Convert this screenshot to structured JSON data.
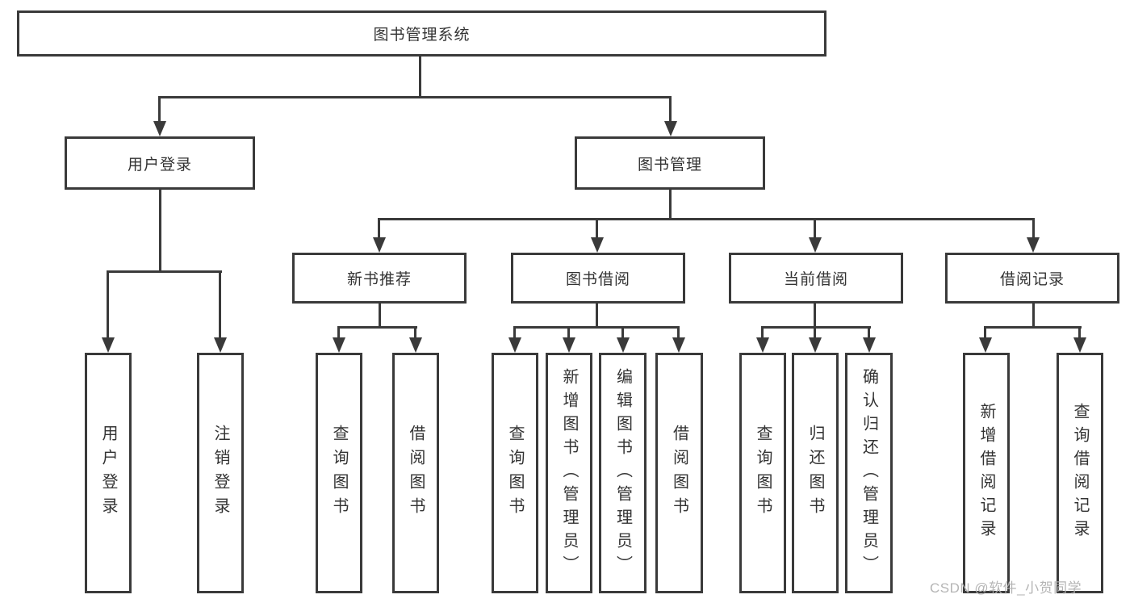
{
  "diagram_title": "图书管理系统",
  "tree": {
    "root": {
      "label": "图书管理系统"
    },
    "branches": [
      {
        "label": "用户登录",
        "leaves": [
          {
            "label": "用户登录"
          },
          {
            "label": "注销登录"
          }
        ]
      },
      {
        "label": "图书管理",
        "groups": [
          {
            "label": "新书推荐",
            "leaves": [
              {
                "label": "查询图书"
              },
              {
                "label": "借阅图书"
              }
            ]
          },
          {
            "label": "图书借阅",
            "leaves": [
              {
                "label": "查询图书"
              },
              {
                "label": "新增图书（管理员）"
              },
              {
                "label": "编辑图书（管理员）"
              },
              {
                "label": "借阅图书"
              }
            ]
          },
          {
            "label": "当前借阅",
            "leaves": [
              {
                "label": "查询图书"
              },
              {
                "label": "归还图书"
              },
              {
                "label": "确认归还（管理员）"
              }
            ]
          },
          {
            "label": "借阅记录",
            "leaves": [
              {
                "label": "新增借阅记录"
              },
              {
                "label": "查询借阅记录"
              }
            ]
          }
        ]
      }
    ]
  },
  "watermark": {
    "text": "CSDN @软件_小贺同学"
  },
  "colors": {
    "line": "#3a3a3a",
    "box_border": "#3a3a3a",
    "text": "#333333",
    "watermark": "#b1b1b1",
    "background": "#ffffff"
  }
}
